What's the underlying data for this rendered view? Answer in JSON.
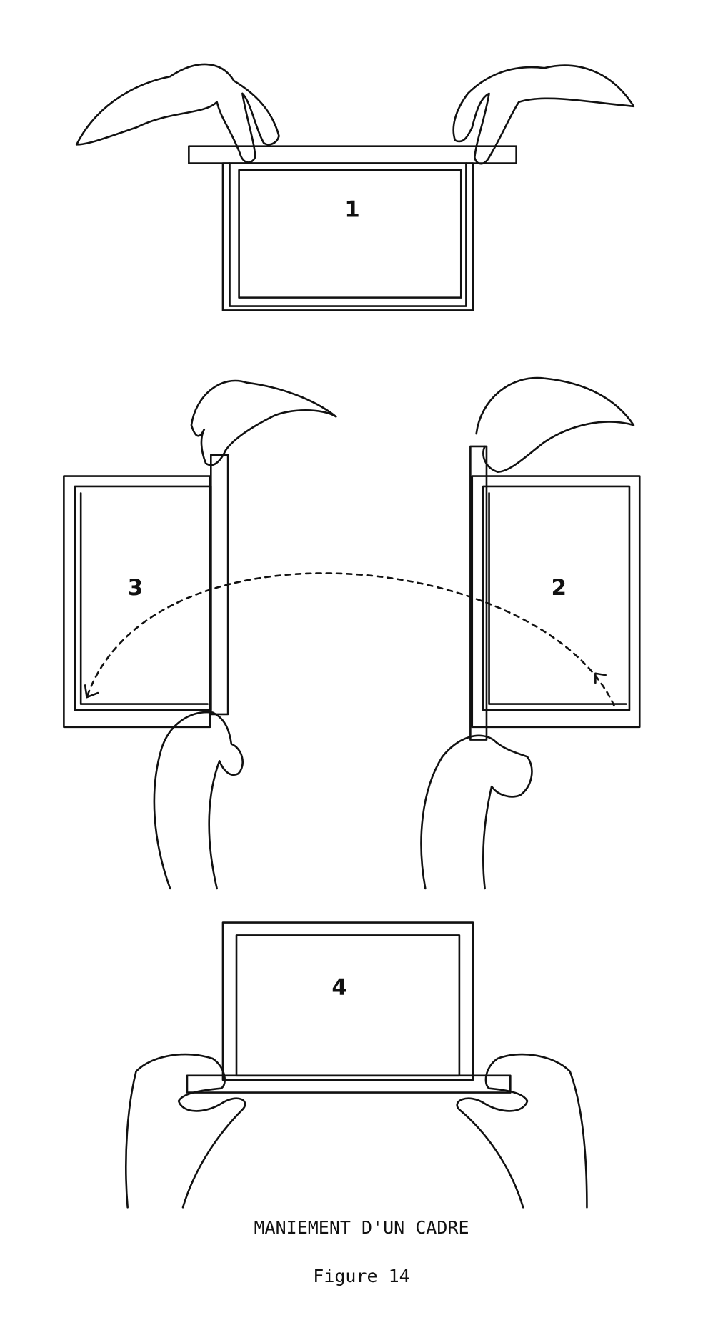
{
  "figure": {
    "title": "MANIEMENT D'UN CADRE",
    "number": "Figure 14",
    "steps": [
      "1",
      "2",
      "3",
      "4"
    ]
  }
}
